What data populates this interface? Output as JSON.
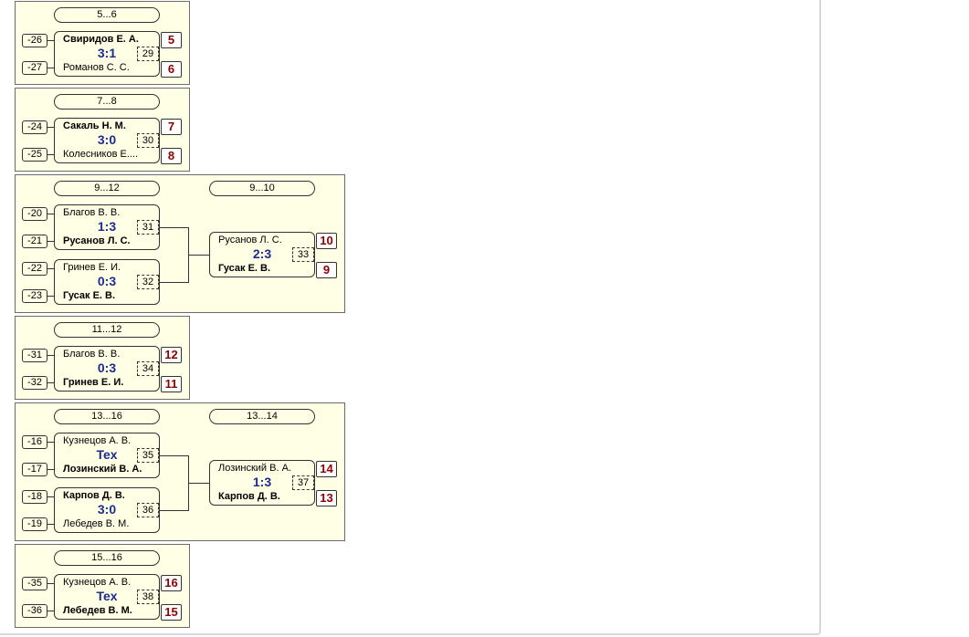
{
  "sections": {
    "s5_6": {
      "label": "5...6",
      "m29": {
        "no": "29",
        "top": "Свиридов Е. А.",
        "bot": "Романов С. С.",
        "score": "3:1",
        "seed_top": "-26",
        "seed_bot": "-27",
        "place_top": "5",
        "place_bot": "6"
      }
    },
    "s7_8": {
      "label": "7...8",
      "m30": {
        "no": "30",
        "top": "Сакаль Н. М.",
        "bot": "Колесников Е....",
        "score": "3:0",
        "seed_top": "-24",
        "seed_bot": "-25",
        "place_top": "7",
        "place_bot": "8"
      }
    },
    "s9_12": {
      "label": "9...12",
      "label2": "9...10",
      "m31": {
        "no": "31",
        "top": "Благов В. В.",
        "bot": "Русанов Л. С.",
        "score": "1:3",
        "seed_top": "-20",
        "seed_bot": "-21"
      },
      "m32": {
        "no": "32",
        "top": "Гринев Е. И.",
        "bot": "Гусак Е. В.",
        "score": "0:3",
        "seed_top": "-22",
        "seed_bot": "-23"
      },
      "m33": {
        "no": "33",
        "top": "Русанов Л. С.",
        "bot": "Гусак Е. В.",
        "score": "2:3",
        "place_top": "10",
        "place_bot": "9"
      }
    },
    "s11_12": {
      "label": "11...12",
      "m34": {
        "no": "34",
        "top": "Благов В. В.",
        "bot": "Гринев Е. И.",
        "score": "0:3",
        "seed_top": "-31",
        "seed_bot": "-32",
        "place_top": "12",
        "place_bot": "11"
      }
    },
    "s13_16": {
      "label": "13...16",
      "label2": "13...14",
      "m35": {
        "no": "35",
        "top": "Кузнецов А. В.",
        "bot": "Лозинский В. А.",
        "score": "Tex",
        "seed_top": "-16",
        "seed_bot": "-17"
      },
      "m36": {
        "no": "36",
        "top": "Карпов Д. В.",
        "bot": "Лебедев В. М.",
        "score": "3:0",
        "seed_top": "-18",
        "seed_bot": "-19"
      },
      "m37": {
        "no": "37",
        "top": "Лозинский В. А.",
        "bot": "Карпов Д. В.",
        "score": "1:3",
        "place_top": "14",
        "place_bot": "13"
      }
    },
    "s15_16": {
      "label": "15...16",
      "m38": {
        "no": "38",
        "top": "Кузнецов А. В.",
        "bot": "Лебедев В. М.",
        "score": "Tex",
        "seed_top": "-35",
        "seed_bot": "-36",
        "place_top": "16",
        "place_bot": "15"
      }
    }
  },
  "colors": {
    "panel_bg": "#ffffe6",
    "score": "#1b2c8f",
    "place": "#8b0000",
    "border": "#333333"
  }
}
